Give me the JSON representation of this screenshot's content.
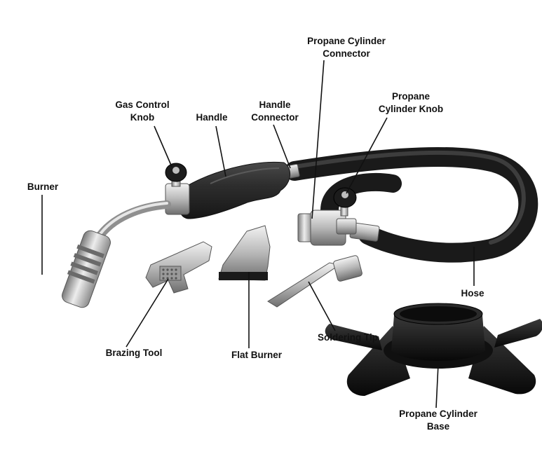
{
  "labels": {
    "propane_cylinder_connector": [
      "Propane Cylinder",
      "Connector"
    ],
    "gas_control_knob": [
      "Gas Control",
      "Knob"
    ],
    "handle": "Handle",
    "handle_connector": [
      "Handle",
      "Connector"
    ],
    "propane_cylinder_knob": [
      "Propane",
      "Cylinder Knob"
    ],
    "burner": "Burner",
    "hose": "Hose",
    "brazing_tool": "Brazing Tool",
    "flat_burner": "Flat Burner",
    "soldering_tip": "Soldering Tip",
    "propane_cylinder_base": [
      "Propane Cylinder",
      "Base"
    ]
  },
  "colors": {
    "text": "#111111",
    "metal_light": "#d9d9d9",
    "metal_dark": "#8a8a8a",
    "rubber": "#2a2a2a",
    "background": "#ffffff"
  }
}
